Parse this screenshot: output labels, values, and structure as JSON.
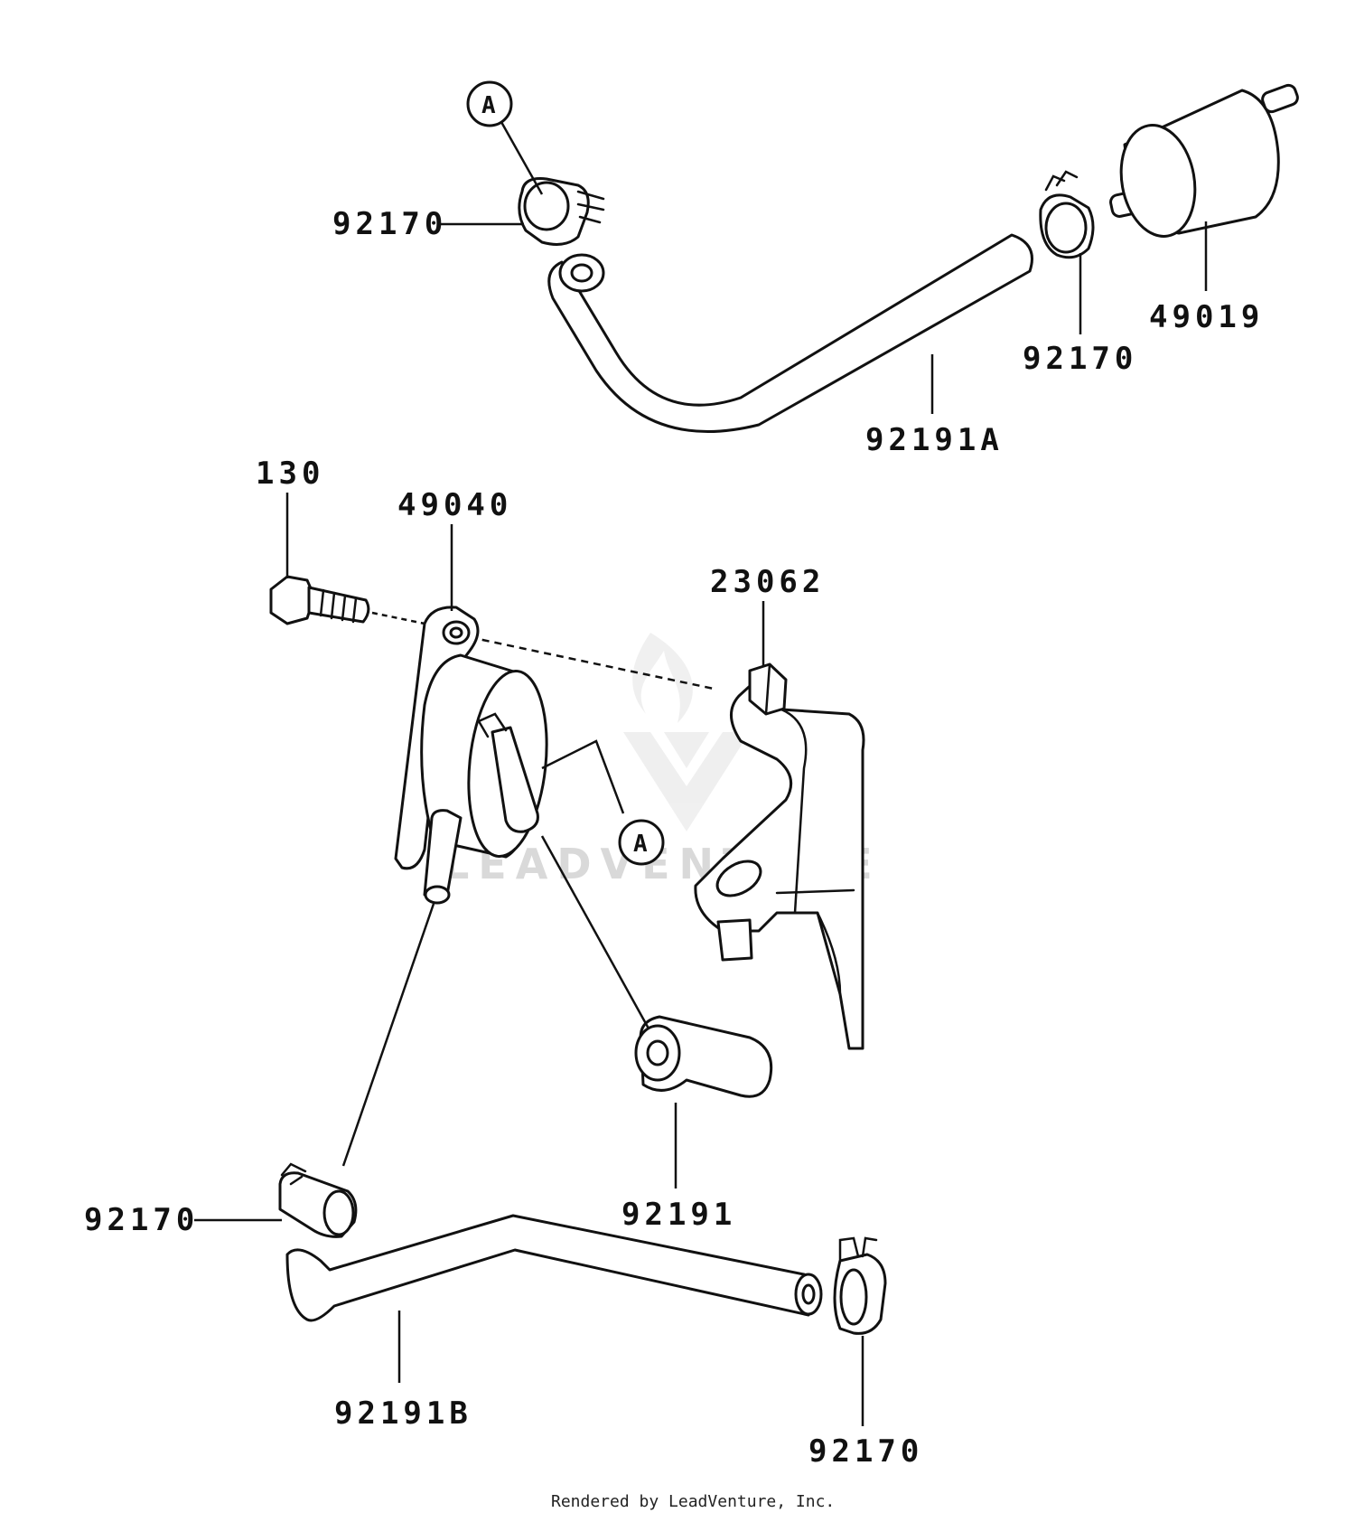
{
  "parts": {
    "hose_clamp_top_left": "92170",
    "hose_clamp_top_right": "92170",
    "fuel_filter": "49019",
    "fuel_hose_upper": "92191A",
    "bolt": "130",
    "fuel_pump": "49040",
    "bracket": "23062",
    "short_hose": "92191",
    "hose_clamp_bottom_left": "92170",
    "fuel_hose_lower": "92191B",
    "hose_clamp_bottom_right": "92170"
  },
  "callouts": {
    "top": "A",
    "pump": "A"
  },
  "watermark": "LEADVENTURE",
  "footer": "Rendered by LeadVenture, Inc."
}
